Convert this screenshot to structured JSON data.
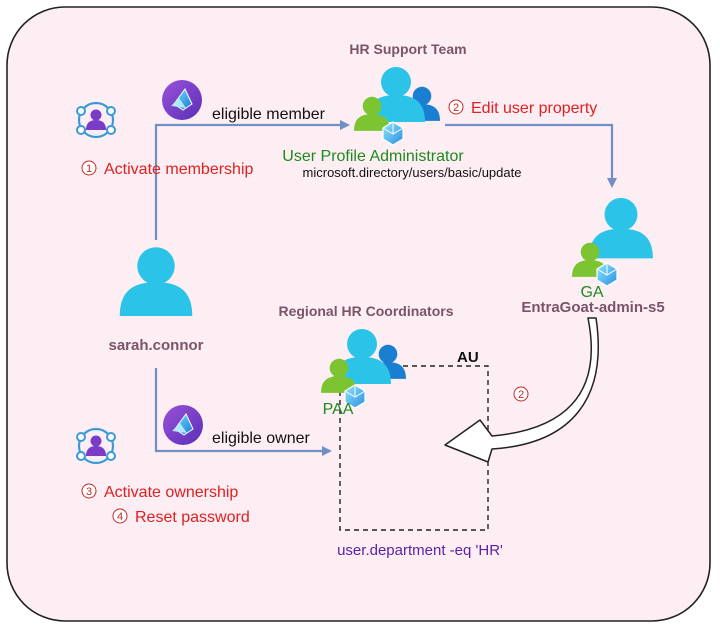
{
  "groups": {
    "hr_support": "HR Support Team",
    "regional_hr": "Regional HR Coordinators"
  },
  "roles": {
    "upa_name": "User Profile Administrator",
    "upa_permission": "microsoft.directory/users/basic/update",
    "ga": "GA",
    "paa": "PAA"
  },
  "users": {
    "attacker": "sarah.connor",
    "target": "EntraGoat-admin-s5"
  },
  "links": {
    "eligible_member": "eligible member",
    "eligible_owner": "eligible owner"
  },
  "steps": {
    "step1": {
      "num": "1",
      "label": "Activate membership"
    },
    "step2": {
      "num": "2",
      "label": "Edit user property"
    },
    "step2b": {
      "num": "2"
    },
    "step3": {
      "num": "3",
      "label": "Activate ownership"
    },
    "step4": {
      "num": "4",
      "label": "Reset password"
    }
  },
  "au": {
    "label": "AU",
    "rule": "user.department -eq 'HR'"
  },
  "colors": {
    "frame_bg": "#fdeef3",
    "frame_border": "#222222",
    "arrow_blue": "#6f8fc6",
    "person_cyan": "#2bc4e8",
    "person_blue": "#1a7fd0",
    "person_green": "#7cc431",
    "step_red": "#e02020",
    "group_label": "#7a5468",
    "au_rule": "#5b22a8",
    "icon_purple": "#7a3cc8"
  },
  "icons": [
    "pim-icon",
    "entra-group-icon",
    "user-icon",
    "group-users-icon",
    "role-key-icon"
  ]
}
